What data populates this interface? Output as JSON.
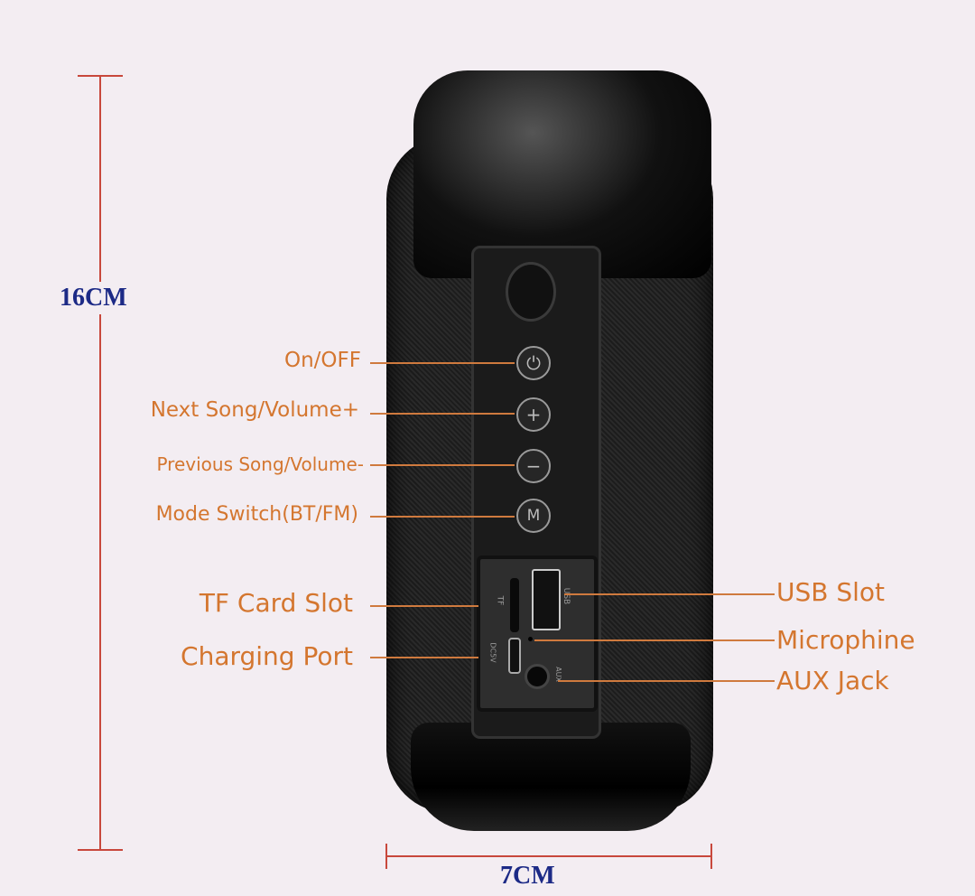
{
  "dimensions": {
    "height": "16CM",
    "width": "7CM"
  },
  "left_labels": [
    {
      "text": "On/OFF",
      "icon": "power-icon",
      "glyph": "⏻"
    },
    {
      "text": "Next Song/Volume+",
      "icon": "plus-icon",
      "glyph": "+"
    },
    {
      "text": "Previous Song/Volume-",
      "icon": "minus-icon",
      "glyph": "−"
    },
    {
      "text": "Mode Switch(BT/FM)",
      "icon": "mode-icon",
      "glyph": "M"
    },
    {
      "text": "TF Card Slot"
    },
    {
      "text": "Charging Port"
    }
  ],
  "right_labels": [
    {
      "text": "USB Slot"
    },
    {
      "text": "Microphine"
    },
    {
      "text": "AUX Jack"
    }
  ],
  "port_marks": {
    "tf": "TF",
    "usb": "USB",
    "dc": "DC5V",
    "aux": "AUX"
  },
  "colors": {
    "label": "#d4762f",
    "dimension_line": "#c8483c",
    "dimension_text": "#1c2a86"
  }
}
